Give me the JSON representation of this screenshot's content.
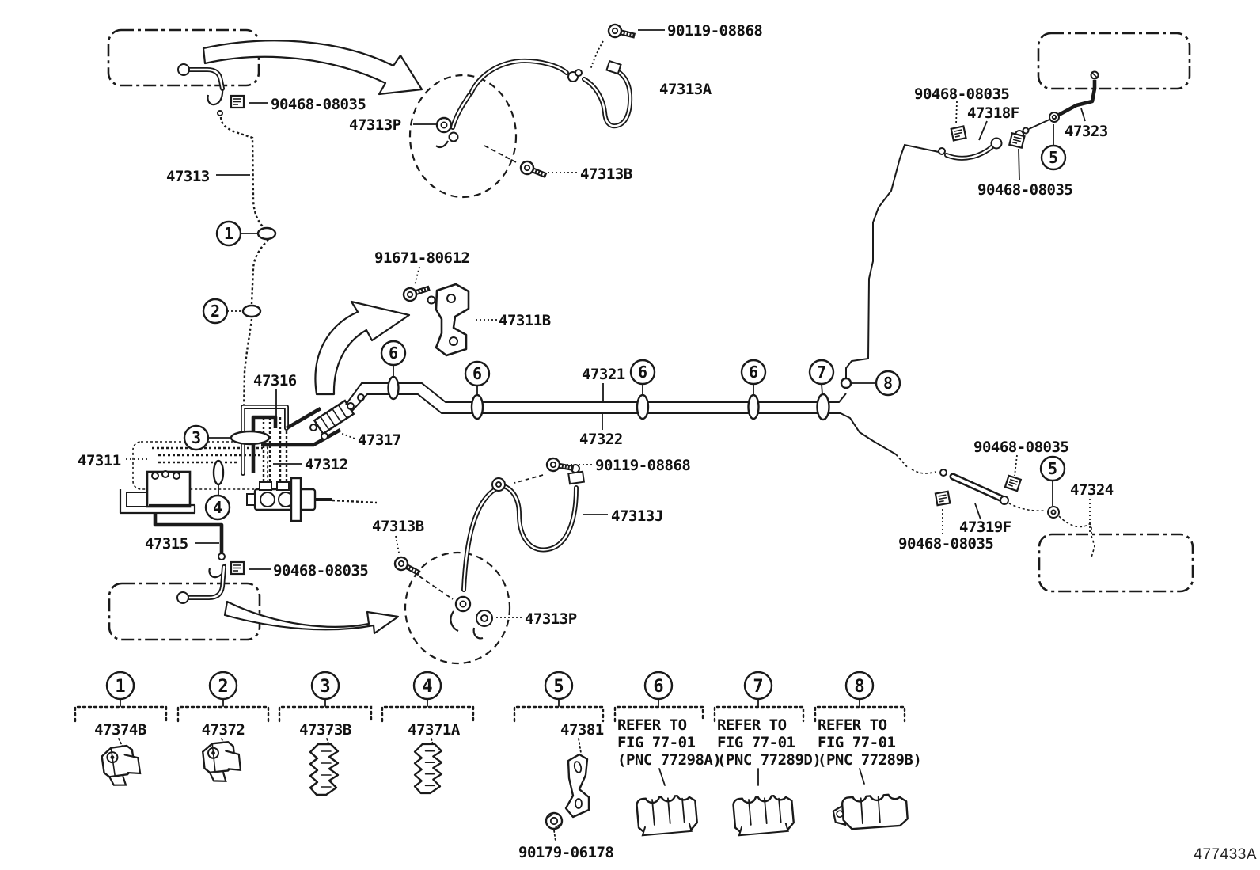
{
  "doc": {
    "footer_code": "477433A"
  },
  "labels": {
    "clip_top_left": "90468-08035",
    "tube_rear": "47313",
    "grommet_top": "47313P",
    "hose_front_a": "47313A",
    "union_bolt_top": "90119-08868",
    "bolt_front_b_top": "47313B",
    "bolt_91671": "91671-80612",
    "bracket_47311b": "47311B",
    "tube_47316": "47316",
    "junction_47317": "47317",
    "tube_47311": "47311",
    "tube_47312": "47312",
    "tube_47321": "47321",
    "tube_47322": "47322",
    "tube_47315": "47315",
    "clip_bottom_left": "90468-08035",
    "bolt_front_b_bottom": "47313B",
    "grommet_bottom": "47313P",
    "hose_rear_j": "47313J",
    "union_bolt_bottom": "90119-08868",
    "clip_top_right_1": "90468-08035",
    "hose_47318f": "47318F",
    "tube_47323": "47323",
    "clip_top_right_2": "90468-08035",
    "clip_mid_right_1": "90468-08035",
    "tube_47319f": "47319F",
    "clip_mid_right_2": "90468-08035",
    "tube_47324": "47324",
    "nut_90179": "90179-06178"
  },
  "callouts": {
    "c1": "1",
    "c2": "2",
    "c3": "3",
    "c4": "4",
    "c5": "5",
    "c6": "6",
    "c7": "7",
    "c8": "8"
  },
  "legend": {
    "items": [
      {
        "num": "1",
        "part": "47374B"
      },
      {
        "num": "2",
        "part": "47372"
      },
      {
        "num": "3",
        "part": "47373B"
      },
      {
        "num": "4",
        "part": "47371A"
      },
      {
        "num": "5",
        "part": "47381",
        "sub_part": "90179-06178"
      },
      {
        "num": "6",
        "line1": "REFER TO",
        "line2": "FIG 77-01",
        "line3": "(PNC 77298A)"
      },
      {
        "num": "7",
        "line1": "REFER TO",
        "line2": "FIG 77-01",
        "line3": "(PNC 77289D)"
      },
      {
        "num": "8",
        "line1": "REFER TO",
        "line2": "FIG 77-01",
        "line3": "(PNC 77289B)"
      }
    ]
  }
}
